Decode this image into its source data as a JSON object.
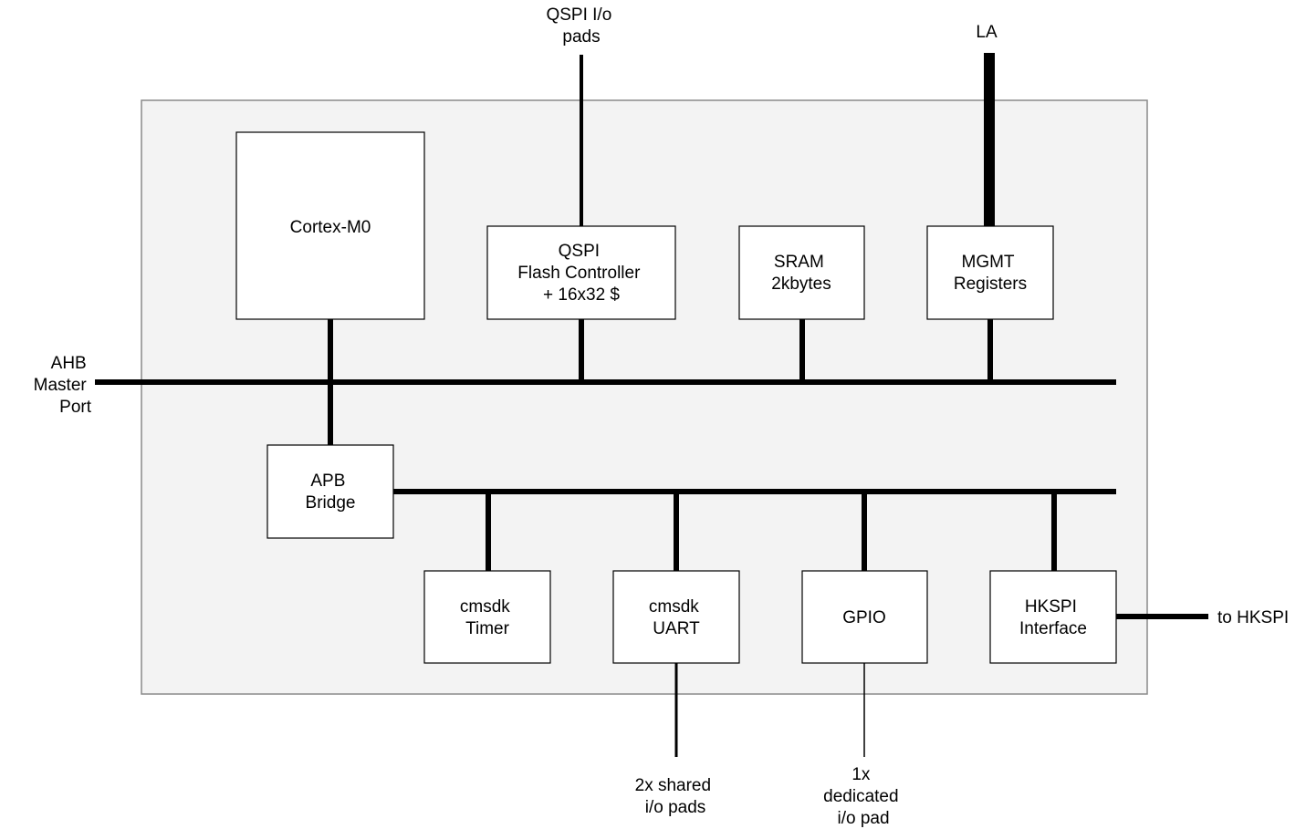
{
  "blocks": {
    "cortex": [
      "Cortex-M0"
    ],
    "qspi": [
      "QSPI",
      "Flash Controller",
      "+ 16x32 $"
    ],
    "sram": [
      "SRAM",
      "2kbytes"
    ],
    "mgmt": [
      "MGMT",
      "Registers"
    ],
    "apb": [
      "APB",
      "Bridge"
    ],
    "timer": [
      "cmsdk",
      "Timer"
    ],
    "uart": [
      "cmsdk",
      "UART"
    ],
    "gpio": [
      "GPIO"
    ],
    "hkspi": [
      "HKSPI",
      "Interface"
    ]
  },
  "external": {
    "qspi_pads": [
      "QSPI I/o",
      "pads"
    ],
    "la": [
      "LA"
    ],
    "ahb_port": [
      "AHB",
      "Master",
      "Port"
    ],
    "to_hkspi": [
      "to HKSPI"
    ],
    "uart_pads": [
      "2x shared",
      "i/o pads"
    ],
    "gpio_pad": [
      "1x",
      "dedicated",
      "i/o pad"
    ]
  },
  "colors": {
    "enclosure_fill": "#f3f3f3",
    "enclosure_stroke": "#8a8a8a",
    "block_fill": "#ffffff",
    "line": "#000000"
  }
}
